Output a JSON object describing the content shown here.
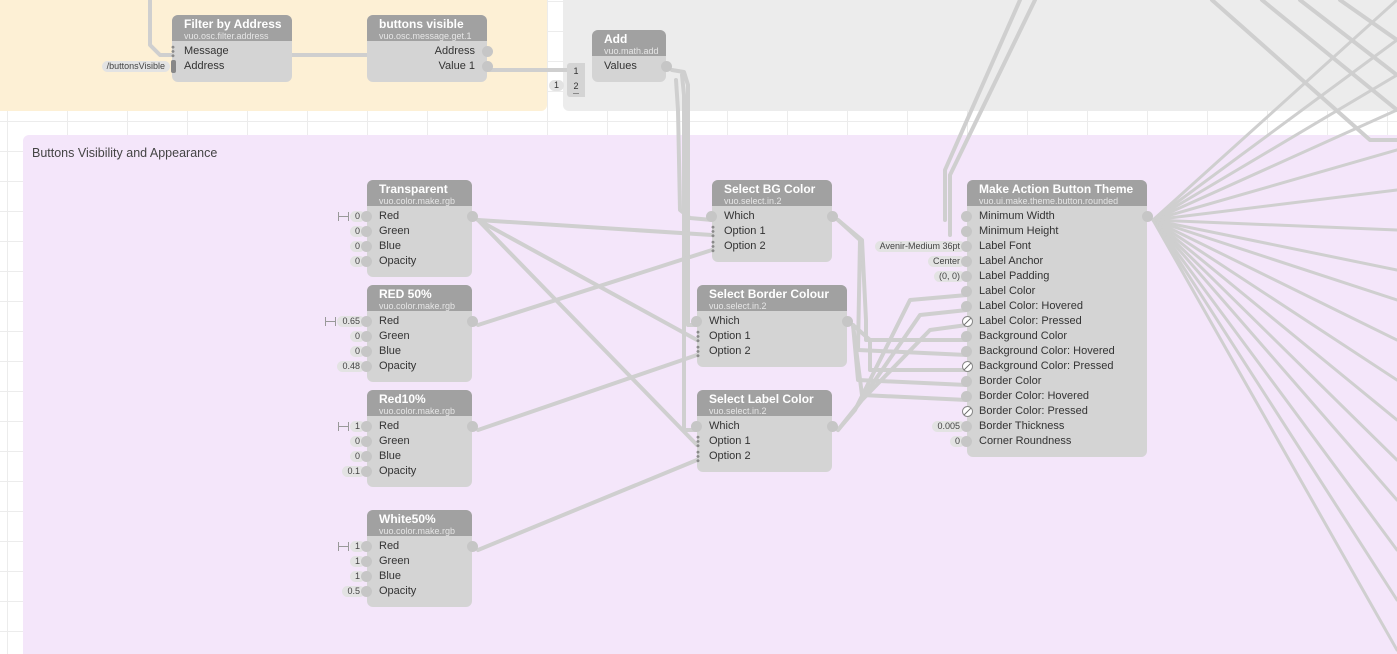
{
  "regions": {
    "group_title": "Buttons Visibility and Appearance"
  },
  "nodes": {
    "filter": {
      "title": "Filter by Address",
      "class_name": "vuo.osc.filter.address",
      "inputs": [
        "Message",
        "Address"
      ],
      "address_value": "/buttonsVisible"
    },
    "buttons_visible": {
      "title": "buttons visible",
      "class_name": "vuo.osc.message.get.1",
      "outputs": [
        "Address",
        "Value 1"
      ]
    },
    "add": {
      "title": "Add",
      "class_name": "vuo.math.add",
      "output": "Values",
      "list_items": [
        "1",
        "2"
      ],
      "list_item_const": "1"
    },
    "transparent": {
      "title": "Transparent",
      "class_name": "vuo.color.make.rgb",
      "inputs": [
        {
          "label": "Red",
          "value": "0"
        },
        {
          "label": "Green",
          "value": "0"
        },
        {
          "label": "Blue",
          "value": "0"
        },
        {
          "label": "Opacity",
          "value": "0"
        }
      ]
    },
    "red50": {
      "title": "RED 50%",
      "class_name": "vuo.color.make.rgb",
      "inputs": [
        {
          "label": "Red",
          "value": "0.65"
        },
        {
          "label": "Green",
          "value": "0"
        },
        {
          "label": "Blue",
          "value": "0"
        },
        {
          "label": "Opacity",
          "value": "0.48"
        }
      ]
    },
    "red10": {
      "title": "Red10%",
      "class_name": "vuo.color.make.rgb",
      "inputs": [
        {
          "label": "Red",
          "value": "1"
        },
        {
          "label": "Green",
          "value": "0"
        },
        {
          "label": "Blue",
          "value": "0"
        },
        {
          "label": "Opacity",
          "value": "0.1"
        }
      ]
    },
    "white50": {
      "title": "White50%",
      "class_name": "vuo.color.make.rgb",
      "inputs": [
        {
          "label": "Red",
          "value": "1"
        },
        {
          "label": "Green",
          "value": "1"
        },
        {
          "label": "Blue",
          "value": "1"
        },
        {
          "label": "Opacity",
          "value": "0.5"
        }
      ]
    },
    "select_bg": {
      "title": "Select BG Color",
      "class_name": "vuo.select.in.2",
      "inputs": [
        "Which",
        "Option 1",
        "Option 2"
      ]
    },
    "select_border": {
      "title": "Select Border Colour",
      "class_name": "vuo.select.in.2",
      "inputs": [
        "Which",
        "Option 1",
        "Option 2"
      ]
    },
    "select_label": {
      "title": "Select Label Color",
      "class_name": "vuo.select.in.2",
      "inputs": [
        "Which",
        "Option 1",
        "Option 2"
      ]
    },
    "theme": {
      "title": "Make Action Button Theme",
      "class_name": "vuo.ui.make.theme.button.rounded",
      "inputs": [
        {
          "label": "Minimum Width",
          "value": ""
        },
        {
          "label": "Minimum Height",
          "value": ""
        },
        {
          "label": "Label Font",
          "value": "Avenir-Medium 36pt"
        },
        {
          "label": "Label Anchor",
          "value": "Center"
        },
        {
          "label": "Label Padding",
          "value": "(0, 0)"
        },
        {
          "label": "Label Color",
          "value": ""
        },
        {
          "label": "Label Color: Hovered",
          "value": ""
        },
        {
          "label": "Label Color: Pressed",
          "value": ""
        },
        {
          "label": "Background Color",
          "value": ""
        },
        {
          "label": "Background Color: Hovered",
          "value": ""
        },
        {
          "label": "Background Color: Pressed",
          "value": ""
        },
        {
          "label": "Border Color",
          "value": ""
        },
        {
          "label": "Border Color: Hovered",
          "value": ""
        },
        {
          "label": "Border Color: Pressed",
          "value": ""
        },
        {
          "label": "Border Thickness",
          "value": "0.005"
        },
        {
          "label": "Corner Roundness",
          "value": "0"
        }
      ]
    }
  },
  "colors": {
    "node_header": "#a1a1a1",
    "node_body": "#d4d4d4",
    "wire": "#cfcfcf",
    "orange_region": "#fdf0d5",
    "gray_region": "#ececec",
    "purple_region": "#f4e6fa"
  }
}
